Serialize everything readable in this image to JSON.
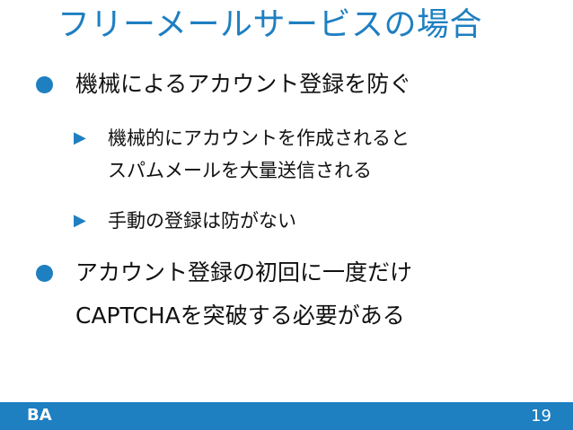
{
  "slide": {
    "title": "フリーメールサービスの場合",
    "bullets": [
      {
        "lines": [
          "機械によるアカウント登録を防ぐ"
        ],
        "sub": [
          {
            "lines": [
              "機械的にアカウントを作成されると",
              "スパムメールを大量送信される"
            ]
          },
          {
            "lines": [
              "手動の登録は防がない"
            ]
          }
        ]
      },
      {
        "lines": [
          "アカウント登録の初回に一度だけ",
          "CAPTCHAを突破する必要がある"
        ],
        "sub": []
      }
    ],
    "sub_marker": "▶"
  },
  "footer": {
    "logo": "BA",
    "page_number": "19"
  },
  "colors": {
    "accent": "#1e7fc1",
    "text": "#111111",
    "background": "#ffffff"
  }
}
